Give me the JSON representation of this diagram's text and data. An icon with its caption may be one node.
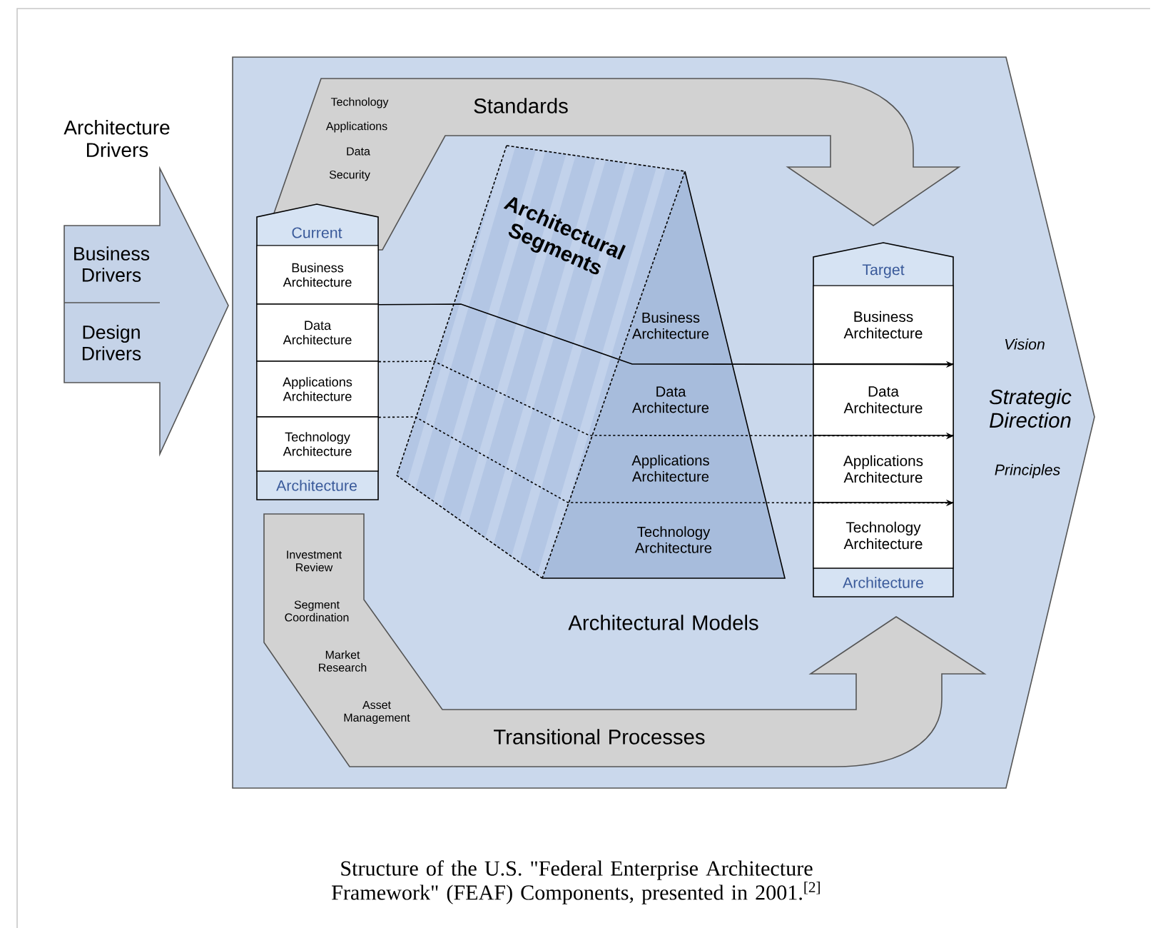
{
  "diagram": {
    "caption": "Structure of the U.S. \"Federal Enterprise Architecture Framework\" (FEAF) Components, presented in 2001.$^{[2]}$",
    "nodes": [
      {
        "text": [
          "Architecture Drivers",
          "Business Drivers",
          "Design Drivers"
        ]
      },
      {
        "text": [
          "Vision",
          "Strategic Direction",
          "Principles"
        ]
      },
      {
        "text": [
          "Standards",
          "Technology",
          "Applications",
          "Data",
          "Security"
        ],
        "in": 1
      },
      {
        "text": [
          "Current",
          "Architecture"
        ],
        "in": 1
      },
      {
        "text": [
          "Business Architecture"
        ],
        "in": 3
      },
      {
        "text": [
          "Data Architecture"
        ],
        "in": 3
      },
      {
        "text": [
          "Applications Architecture"
        ],
        "in": 3
      },
      {
        "text": [
          "Technology Architecture"
        ],
        "in": 3
      },
      {
        "text": [
          "Architectural Segments"
        ],
        "in": 1
      },
      {
        "text": [
          "Business Architecture"
        ],
        "in": 8
      },
      {
        "text": [
          "Data Architecture"
        ],
        "in": 8
      },
      {
        "text": [
          "Applications Architecture"
        ],
        "in": 8
      },
      {
        "text": [
          "Technology Architecture"
        ],
        "in": 8
      },
      {
        "text": [
          "Target",
          "Architecture"
        ],
        "in": 1
      },
      {
        "text": [
          "Business Architecture"
        ],
        "in": 13
      },
      {
        "text": [
          "Data Architecture"
        ],
        "in": 13
      },
      {
        "text": [
          "Applications Architecture"
        ],
        "in": 13
      },
      {
        "text": [
          "Technology Architecture"
        ],
        "in": 13
      },
      {
        "text": [
          "Transitional Processes",
          "Investment Review",
          "Segment Coordination",
          "Market Research",
          "Asset Management"
        ],
        "in": 1
      }
    ],
    "labels": [
      "Architectural Models"
    ],
    "edges": [
      {
        "from": 4,
        "to": 14,
        "arrow": "to"
      },
      {
        "from": 5,
        "to": 15,
        "arrow": "to",
        "style": "dashed"
      },
      {
        "from": 6,
        "to": 16,
        "arrow": "to",
        "style": "dashed"
      }
    ]
  }
}
